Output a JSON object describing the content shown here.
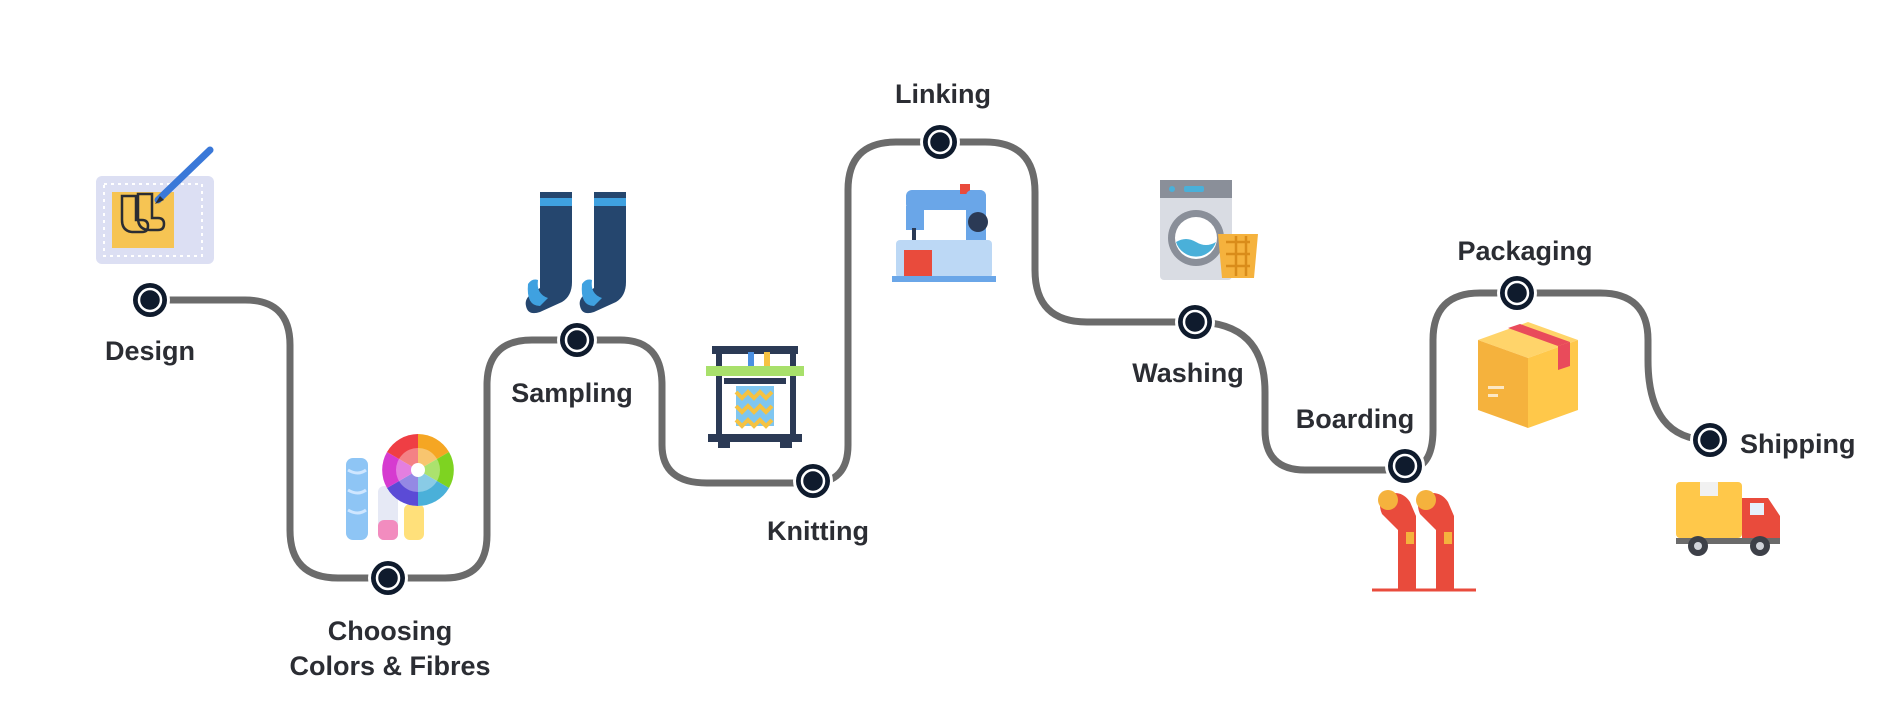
{
  "diagram": {
    "path_color": "#6b6b6b",
    "node_color": "#0f1b2d",
    "steps": [
      {
        "id": "design",
        "label": "Design",
        "icon": "sock-design-sheet-icon"
      },
      {
        "id": "choosing",
        "label": "Choosing",
        "label2": "Colors & Fibres",
        "icon": "color-wheel-yarn-icon"
      },
      {
        "id": "sampling",
        "label": "Sampling",
        "icon": "socks-pair-icon"
      },
      {
        "id": "knitting",
        "label": "Knitting",
        "icon": "knitting-machine-icon"
      },
      {
        "id": "linking",
        "label": "Linking",
        "icon": "sewing-machine-icon"
      },
      {
        "id": "washing",
        "label": "Washing",
        "icon": "washing-machine-icon"
      },
      {
        "id": "boarding",
        "label": "Boarding",
        "icon": "sock-boards-icon"
      },
      {
        "id": "packaging",
        "label": "Packaging",
        "icon": "cardboard-box-icon"
      },
      {
        "id": "shipping",
        "label": "Shipping",
        "icon": "delivery-truck-icon"
      }
    ]
  }
}
